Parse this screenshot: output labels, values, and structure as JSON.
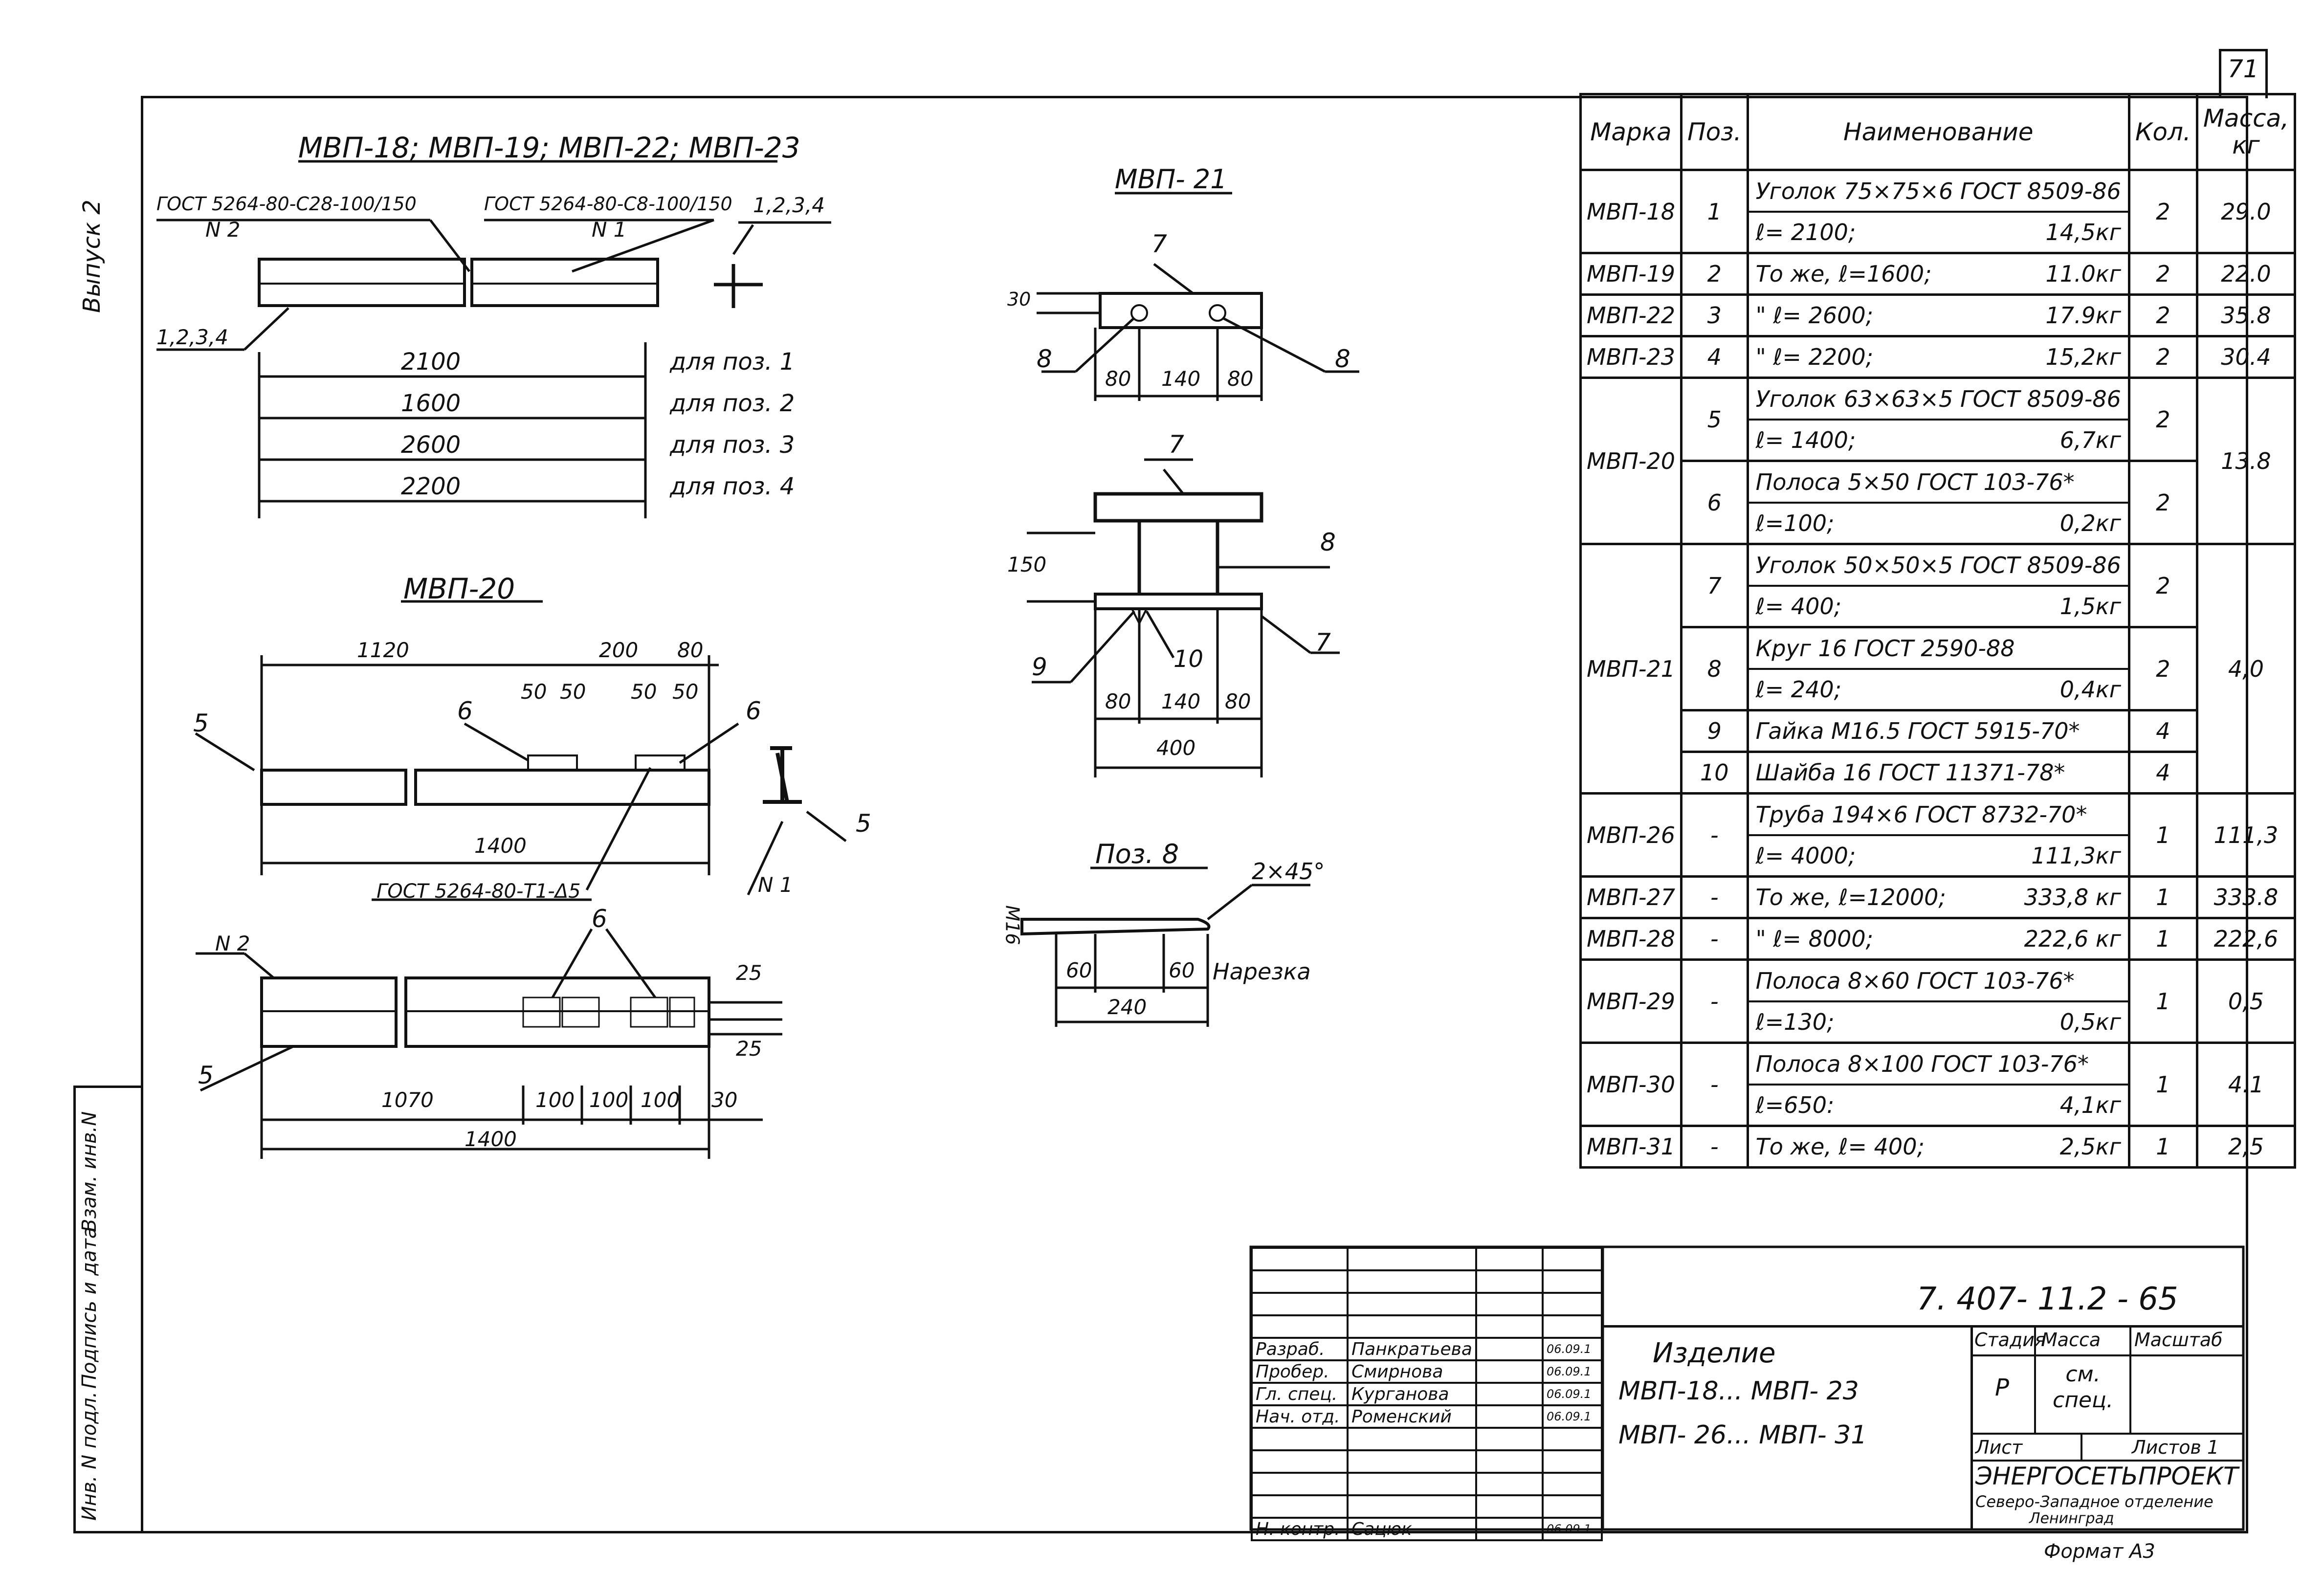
{
  "sheet_number": "71",
  "side_stamp": {
    "series": "Выпуск 2",
    "inv_fields": [
      "Инв. N подл.",
      "Подпись и дата",
      "Взам. инв.N"
    ]
  },
  "drawings": {
    "group_title": "МВП-18; МВП-19; МВП-22; МВП-23",
    "gost_n2": "ГОСТ 5264-80-С28-100/150",
    "gost_n2_mark": "N 2",
    "gost_n1": "ГОСТ 5264-80-С8-100/150",
    "gost_n1_mark": "N 1",
    "pos_label_right": "1,2,3,4",
    "pos_label_left": "1,2,3,4",
    "lengths": [
      {
        "value": "2100",
        "note": "для поз. 1"
      },
      {
        "value": "1600",
        "note": "для поз. 2"
      },
      {
        "value": "2600",
        "note": "для поз. 3"
      },
      {
        "value": "2200",
        "note": "для поз. 4"
      }
    ],
    "mvp20_title": "МВП-20",
    "mvp20_dims_top": [
      "1120",
      "200",
      "80"
    ],
    "mvp20_dims_small": [
      "50",
      "50",
      "50",
      "50"
    ],
    "mvp20_pos": [
      "5",
      "6",
      "6",
      "5"
    ],
    "mvp20_len": "1400",
    "mvp20_gost": "ГОСТ 5264-80-Т1-Δ5",
    "mvp20_n1": "N 1",
    "mvp20_plan_n2": "N 2",
    "mvp20_plan_pos": [
      "6",
      "5"
    ],
    "mvp20_plan_dims": [
      "1070",
      "100",
      "100",
      "100",
      "30"
    ],
    "mvp20_plan_side": [
      "25",
      "25"
    ],
    "mvp20_plan_len": "1400",
    "mvp21_title": "МВП- 21",
    "mvp21_pos": [
      "7",
      "8",
      "8",
      "7",
      "8",
      "9",
      "10",
      "7"
    ],
    "mvp21_dims": [
      "30",
      "80",
      "140",
      "80",
      "150",
      "80",
      "140",
      "80",
      "400"
    ],
    "pos8_title": "Поз. 8",
    "pos8_chamfer": "2×45°",
    "pos8_thread": "М16",
    "pos8_dims": [
      "60",
      "60",
      "240"
    ],
    "pos8_note": "Нарезка"
  },
  "spec_table": {
    "headers": {
      "mark": "Марка",
      "pos": "Поз.",
      "name": "Наименование",
      "qty": "Кол.",
      "mass": "Масса, кг"
    },
    "rows": [
      {
        "mark": "МВП-18",
        "pos": "1",
        "name1": "Уголок 75×75×6 ГОСТ 8509-86",
        "name1_mass": "",
        "name2": "ℓ= 2100;",
        "name2_mass": "14,5кг",
        "qty": "2",
        "mass": "29.0"
      },
      {
        "mark": "МВП-19",
        "pos": "2",
        "name1": "То же, ℓ=1600;",
        "name1_mass": "11.0кг",
        "qty": "2",
        "mass": "22.0"
      },
      {
        "mark": "МВП-22",
        "pos": "3",
        "name1": "\"     ℓ= 2600;",
        "name1_mass": "17.9кг",
        "qty": "2",
        "mass": "35.8"
      },
      {
        "mark": "МВП-23",
        "pos": "4",
        "name1": "\"     ℓ= 2200;",
        "name1_mass": "15,2кг",
        "qty": "2",
        "mass": "30.4"
      },
      {
        "mark": "МВП-20",
        "pos": "5",
        "name1": "Уголок 63×63×5 ГОСТ 8509-86",
        "name2": "ℓ= 1400;",
        "name2_mass": "6,7кг",
        "qty": "2",
        "mass": "13.8"
      },
      {
        "mark": "",
        "pos": "6",
        "name1": "Полоса 5×50 ГОСТ 103-76*",
        "name2": "ℓ=100;",
        "name2_mass": "0,2кг",
        "qty": "2",
        "mass": ""
      },
      {
        "mark": "МВП-21",
        "pos": "7",
        "name1": "Уголок 50×50×5 ГОСТ 8509-86",
        "name2": "ℓ= 400;",
        "name2_mass": "1,5кг",
        "qty": "2",
        "mass": "4,0"
      },
      {
        "mark": "",
        "pos": "8",
        "name1": "Круг 16  ГОСТ 2590-88",
        "name2": "ℓ= 240;",
        "name2_mass": "0,4кг",
        "qty": "2",
        "mass": ""
      },
      {
        "mark": "",
        "pos": "9",
        "name1": "Гайка М16.5 ГОСТ 5915-70*",
        "qty": "4",
        "mass": ""
      },
      {
        "mark": "",
        "pos": "10",
        "name1": "Шайба 16  ГОСТ 11371-78*",
        "qty": "4",
        "mass": ""
      },
      {
        "mark": "МВП-26",
        "pos": "-",
        "name1": "Труба 194×6 ГОСТ 8732-70*",
        "name2": "ℓ= 4000;",
        "name2_mass": "111,3кг",
        "qty": "1",
        "mass": "111,3"
      },
      {
        "mark": "МВП-27",
        "pos": "-",
        "name1": "То же, ℓ=12000;",
        "name1_mass": "333,8 кг",
        "qty": "1",
        "mass": "333.8"
      },
      {
        "mark": "МВП-28",
        "pos": "-",
        "name1": "\"     ℓ= 8000;",
        "name1_mass": "222,6 кг",
        "qty": "1",
        "mass": "222,6"
      },
      {
        "mark": "МВП-29",
        "pos": "-",
        "name1": "Полоса 8×60 ГОСТ 103-76*",
        "name2": "ℓ=130;",
        "name2_mass": "0,5кг",
        "qty": "1",
        "mass": "0,5"
      },
      {
        "mark": "МВП-30",
        "pos": "-",
        "name1": "Полоса 8×100 ГОСТ 103-76*",
        "name2": "ℓ=650:",
        "name2_mass": "4,1кг",
        "qty": "1",
        "mass": "4.1"
      },
      {
        "mark": "МВП-31",
        "pos": "-",
        "name1": "То же, ℓ= 400;",
        "name1_mass": "2,5кг",
        "qty": "1",
        "mass": "2,5"
      }
    ]
  },
  "title_block": {
    "doc_code": "7. 407- 11.2 - 65",
    "roles": [
      {
        "role": "Разраб.",
        "name": "Панкратьева",
        "date": "06.09.1"
      },
      {
        "role": "Пробер.",
        "name": "Смирнова",
        "date": "06.09.1"
      },
      {
        "role": "Гл. спец.",
        "name": "Курганова",
        "date": "06.09.1"
      },
      {
        "role": "Нач. отд.",
        "name": "Роменский",
        "date": "06.09.1"
      },
      {
        "role": "Н. контр.",
        "name": "Сацюк",
        "date": "06.09.1"
      }
    ],
    "item_title": "Изделие",
    "item_line1": "МВП-18...   МВП- 23",
    "item_line2": "МВП- 26...  МВП- 31",
    "stage_h": "Стадия",
    "mass_h": "Масса",
    "scale_h": "Масштаб",
    "stage_v": "Р",
    "mass_v": "см. спец.",
    "sheet_h": "Лист",
    "sheets_h": "Листов 1",
    "org": "ЭНЕРГОСЕТЬПРОЕКТ",
    "org_sub": "Северо-Западное отделение",
    "org_city": "Ленинград",
    "format": "Формат А3"
  }
}
